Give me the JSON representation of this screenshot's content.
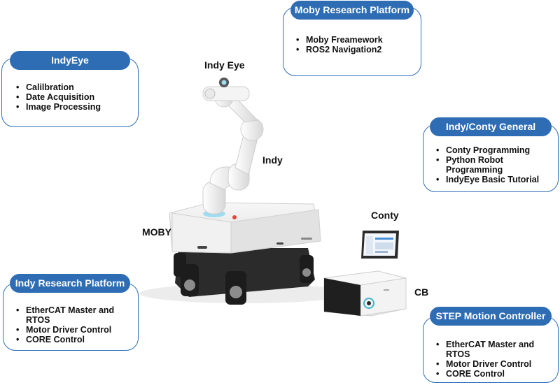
{
  "cards": {
    "indyeye": {
      "title": "IndyEye",
      "items": [
        "Calilbration",
        "Date Acquisition",
        "Image Processing"
      ]
    },
    "moby_research": {
      "title": "Moby Research Platform",
      "items": [
        "Moby Freamework",
        "ROS2 Navigation2"
      ]
    },
    "indy_conty": {
      "title": "Indy/Conty General",
      "items": [
        "Conty Programming",
        "Python Robot Programming",
        "IndyEye Basic Tutorial"
      ]
    },
    "indy_research": {
      "title": "Indy Research Platform",
      "items": [
        "EtherCAT Master and RTOS",
        "Motor Driver Control",
        "CORE Control"
      ]
    },
    "step_motion": {
      "title": "STEP Motion Controller",
      "items": [
        "EtherCAT Master and RTOS",
        "Motor Driver Control",
        "CORE Control"
      ]
    }
  },
  "labels": {
    "indy_eye": "Indy Eye",
    "indy": "Indy",
    "moby": "MOBY",
    "conty": "Conty",
    "cb": "CB"
  },
  "colors": {
    "accent": "#2e6db4",
    "border": "#2f6fb8"
  }
}
